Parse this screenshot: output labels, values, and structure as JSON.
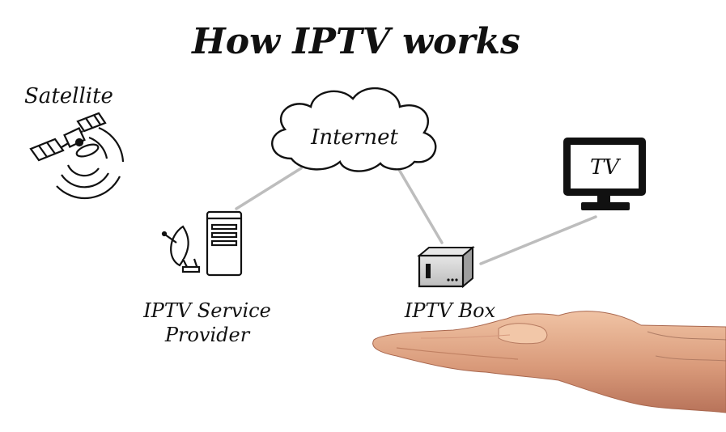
{
  "title": "How IPTV works",
  "nodes": {
    "satellite": {
      "label": "Satellite",
      "icon": "satellite-icon"
    },
    "internet": {
      "label": "Internet",
      "icon": "cloud-icon"
    },
    "tv": {
      "label": "TV",
      "icon": "monitor-icon"
    },
    "provider": {
      "label_line1": "IPTV Service",
      "label_line2": "Provider",
      "icon": "server-dish-icon"
    },
    "box": {
      "label": "IPTV Box",
      "icon": "set-top-box-icon"
    }
  },
  "connections": [
    {
      "from": "provider",
      "to": "internet"
    },
    {
      "from": "internet",
      "to": "box"
    },
    {
      "from": "box",
      "to": "tv"
    }
  ],
  "colors": {
    "ink": "#111111",
    "line": "#bdbdbd",
    "box_fill": "#cfcfcf",
    "skin": "#e0a888"
  }
}
